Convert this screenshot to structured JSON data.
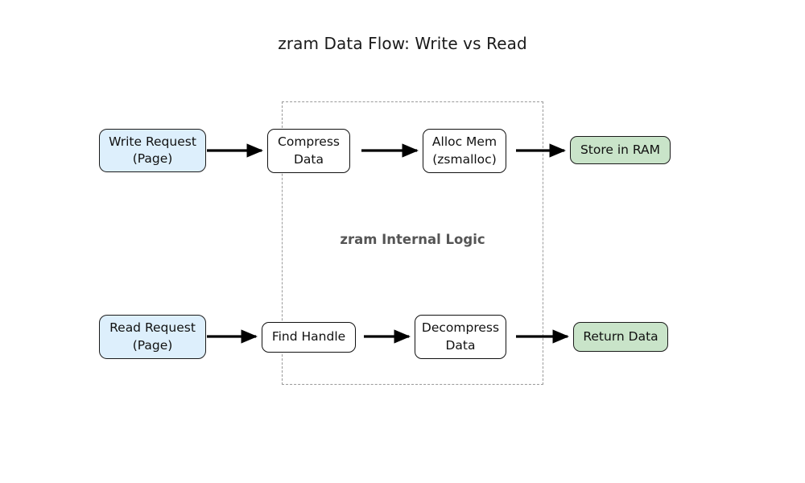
{
  "diagram": {
    "title": "zram Data Flow: Write vs Read",
    "group": {
      "label": "zram Internal Logic"
    },
    "colors": {
      "io_fill": "#ddeffc",
      "result_fill": "#c9e4c9",
      "process_fill": "#ffffff",
      "stroke": "#111111",
      "group_border": "#9a9a9a",
      "group_label": "#555555",
      "arrow": "#000000",
      "background": "#ffffff"
    },
    "nodes": [
      {
        "id": "write",
        "label": "Write Request\n(Page)",
        "kind": "io",
        "row": "write"
      },
      {
        "id": "compress",
        "label": "Compress\nData",
        "kind": "plain",
        "row": "write"
      },
      {
        "id": "alloc",
        "label": "Alloc Mem\n(zsmalloc)",
        "kind": "plain",
        "row": "write"
      },
      {
        "id": "store",
        "label": "Store in RAM",
        "kind": "result",
        "row": "write"
      },
      {
        "id": "read",
        "label": "Read Request\n(Page)",
        "kind": "io",
        "row": "read"
      },
      {
        "id": "find",
        "label": "Find Handle",
        "kind": "plain",
        "row": "read"
      },
      {
        "id": "decompress",
        "label": "Decompress\nData",
        "kind": "plain",
        "row": "read"
      },
      {
        "id": "return",
        "label": "Return Data",
        "kind": "result",
        "row": "read"
      }
    ],
    "edges": [
      {
        "from": "write",
        "to": "compress"
      },
      {
        "from": "compress",
        "to": "alloc"
      },
      {
        "from": "alloc",
        "to": "store"
      },
      {
        "from": "read",
        "to": "find"
      },
      {
        "from": "find",
        "to": "decompress"
      },
      {
        "from": "decompress",
        "to": "return"
      }
    ]
  }
}
